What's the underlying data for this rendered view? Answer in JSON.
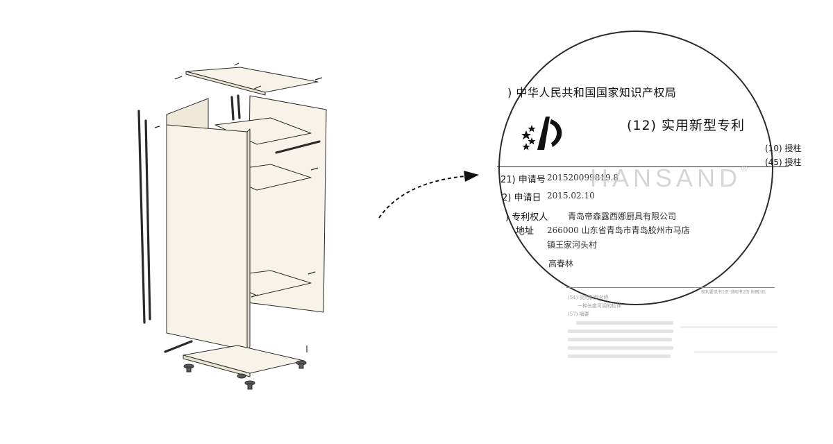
{
  "patent": {
    "issuing_office": ") 中华人民共和国国家知识产权局",
    "document_type": "(12) 实用新型专利",
    "grant_no_label": "(10) 授柱",
    "grant_date_label": "(45) 授柱",
    "fields": [
      {
        "label": "21) 申请号",
        "value": "201520099819.8"
      },
      {
        "label": "2) 申请日",
        "value": "2015.02.10"
      },
      {
        "label": ") 专利权人",
        "value": "青岛帝森露西娜厨具有限公司"
      },
      {
        "label": "地址",
        "value": "266000 山东省青岛市青岛胶州市马店"
      },
      {
        "label": "",
        "value": "镇王家河头村"
      },
      {
        "label": "",
        "value": "高春林"
      }
    ],
    "lower_section": {
      "title_code": "(54) 实用新型名称",
      "title_value": "一种长度可调的柜体",
      "abstract_code": "(57) 摘要",
      "page_info": "权利要求书1页  说明书2页  附图3页"
    }
  },
  "watermark": "HANSAND",
  "watermark_mark": "®",
  "colors": {
    "line": "#2b2b2b",
    "panel": "#f7f3e8",
    "rail": "#2a2a2a",
    "watermark": "#c9c9c9"
  }
}
